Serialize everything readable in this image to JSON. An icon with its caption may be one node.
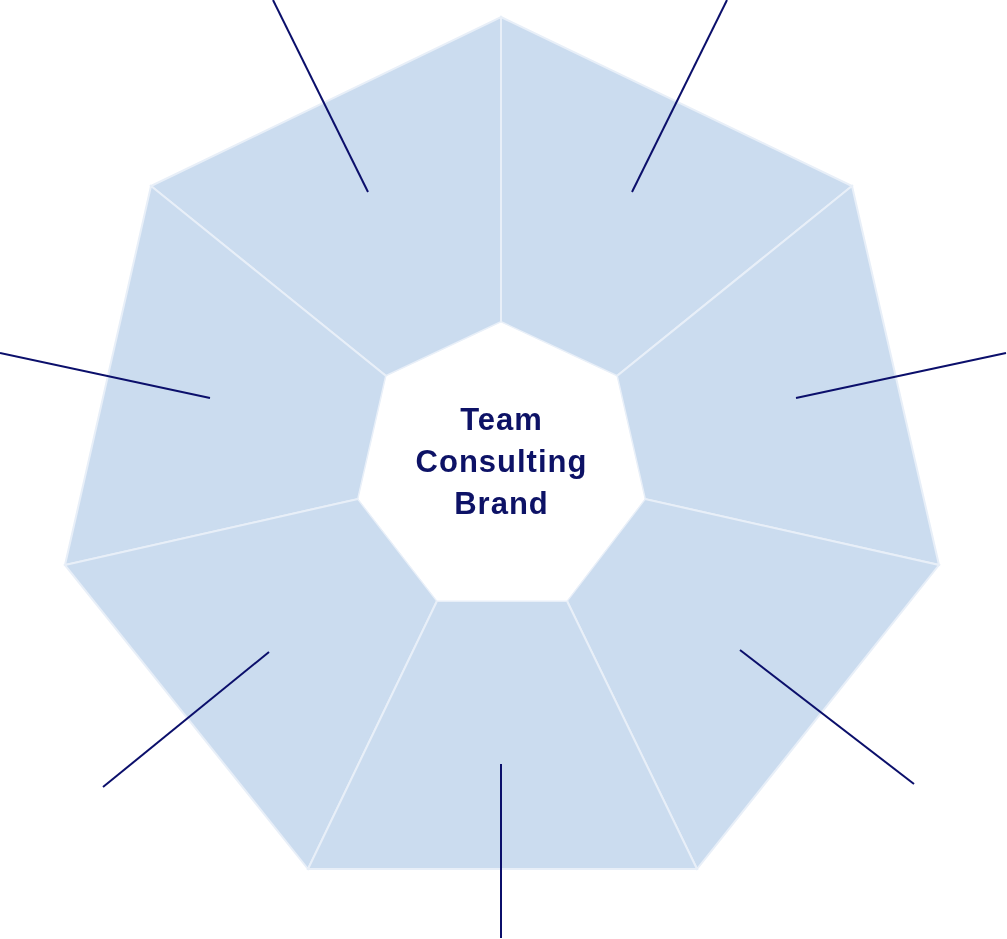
{
  "diagram": {
    "nodes": [
      {
        "text": [
          "Team Consulting Brand"
        ]
      },
      {
        "text": [],
        "shape": "box"
      },
      {
        "text": [],
        "shape": "box"
      },
      {
        "text": [],
        "shape": "box"
      },
      {
        "text": [],
        "shape": "box"
      },
      {
        "text": [],
        "shape": "box"
      },
      {
        "text": [],
        "shape": "box"
      },
      {
        "text": [],
        "shape": "box"
      }
    ],
    "edges": [
      {
        "from": null,
        "to": 1,
        "arrow": "none"
      },
      {
        "from": null,
        "to": 2,
        "arrow": "none"
      },
      {
        "from": null,
        "to": 3,
        "arrow": "none"
      },
      {
        "from": null,
        "to": 4,
        "arrow": "none"
      },
      {
        "from": null,
        "to": 5,
        "arrow": "none"
      },
      {
        "from": null,
        "to": 6,
        "arrow": "none"
      },
      {
        "from": null,
        "to": 7,
        "arrow": "none"
      }
    ]
  }
}
